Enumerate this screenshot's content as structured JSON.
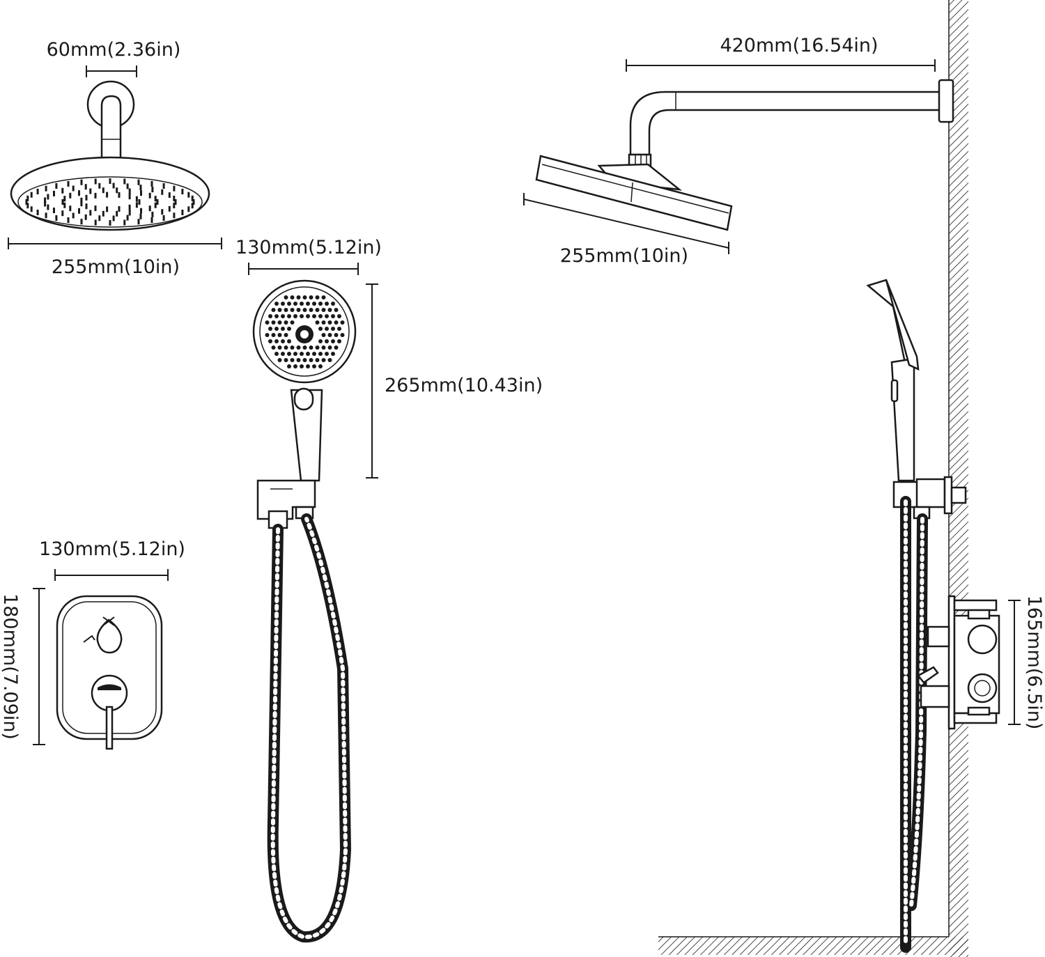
{
  "dimensions": {
    "arm_diameter": "60mm(2.36in)",
    "rain_head_front_width": "255mm(10in)",
    "hand_shower_width": "130mm(5.12in)",
    "hand_shower_length": "265mm(10.43in)",
    "valve_plate_width": "130mm(5.12in)",
    "valve_plate_height": "180mm(7.09in)",
    "shower_arm_length": "420mm(16.54in)",
    "rain_head_side_width": "255mm(10in)",
    "valve_body_height": "165mm(6.5in)"
  },
  "colors": {
    "line": "#1a1a1a",
    "background": "#ffffff"
  }
}
